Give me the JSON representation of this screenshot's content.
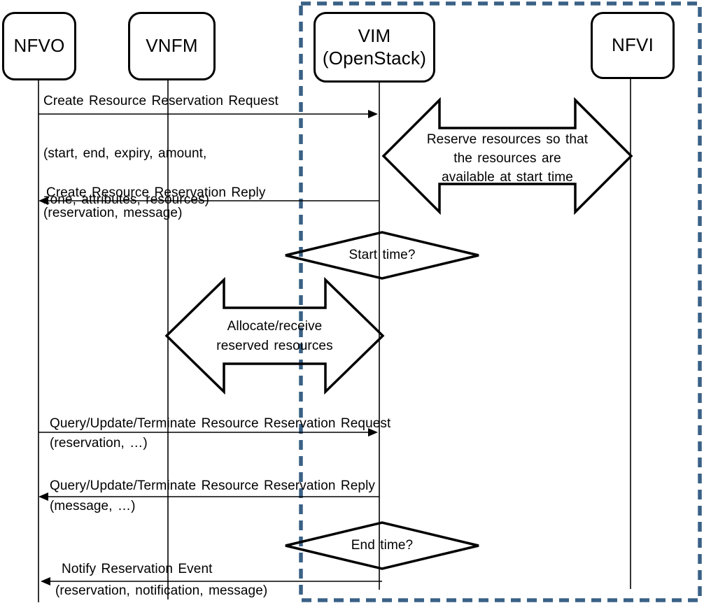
{
  "actors": {
    "nfvo": "NFVO",
    "vnfm": "VNFM",
    "vim_line1": "VIM",
    "vim_line2": "(OpenStack)",
    "nfvi": "NFVI"
  },
  "messages": {
    "create_request": {
      "label": "Create Resource Reservation Request",
      "param1": "(start, end, expiry, amount,",
      "param2": "zone, attributes, resources)"
    },
    "create_reply": {
      "label": "Create Resource Reservation Reply",
      "param1": "(reservation, message)"
    },
    "query_request": {
      "label": "Query/Update/Terminate Resource Reservation Request",
      "param1": "(reservation, …)"
    },
    "query_reply": {
      "label": "Query/Update/Terminate Resource Reservation Reply",
      "param1": "(message, …)"
    },
    "notify": {
      "label": "Notify Reservation Event",
      "param1": "(reservation, notification, message)"
    }
  },
  "activities": {
    "reserve": {
      "line1": "Reserve resources so that",
      "line2": "the resources are",
      "line3": "available at start time"
    },
    "allocate": {
      "line1": "Allocate/receive",
      "line2": "reserved resources"
    }
  },
  "decisions": {
    "start": "Start time?",
    "end": "End time?"
  },
  "colors": {
    "line": "#000000",
    "dashed_border": "#3A6186",
    "background": "#FFFFFF",
    "text": "#000000"
  }
}
